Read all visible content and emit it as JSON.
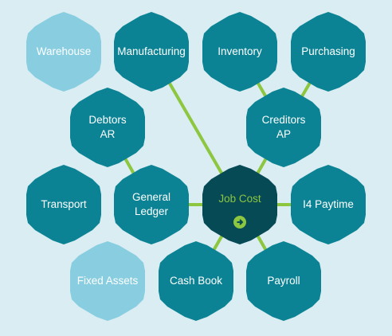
{
  "modules": [
    {
      "id": "warehouse",
      "label": "Warehouse",
      "tone": "light"
    },
    {
      "id": "manufacturing",
      "label": "Manufacturing",
      "tone": "teal"
    },
    {
      "id": "inventory",
      "label": "Inventory",
      "tone": "teal"
    },
    {
      "id": "purchasing",
      "label": "Purchasing",
      "tone": "teal"
    },
    {
      "id": "debtors-ar",
      "label": "Debtors\nAR",
      "tone": "teal"
    },
    {
      "id": "creditors-ap",
      "label": "Creditors\nAP",
      "tone": "teal"
    },
    {
      "id": "transport",
      "label": "Transport",
      "tone": "teal"
    },
    {
      "id": "general-ledger",
      "label": "General\nLedger",
      "tone": "teal"
    },
    {
      "id": "job-cost",
      "label": "Job Cost",
      "tone": "dark",
      "active": true,
      "icon": "arrow-right-circle-icon"
    },
    {
      "id": "i4-paytime",
      "label": "I4 Paytime",
      "tone": "teal"
    },
    {
      "id": "fixed-assets",
      "label": "Fixed Assets",
      "tone": "light"
    },
    {
      "id": "cash-book",
      "label": "Cash Book",
      "tone": "teal"
    },
    {
      "id": "payroll",
      "label": "Payroll",
      "tone": "teal"
    }
  ],
  "colors": {
    "background": "#d9edf2",
    "teal": "#0b8394",
    "light": "#88cee0",
    "dark": "#064a56",
    "accent": "#8dc63f"
  }
}
